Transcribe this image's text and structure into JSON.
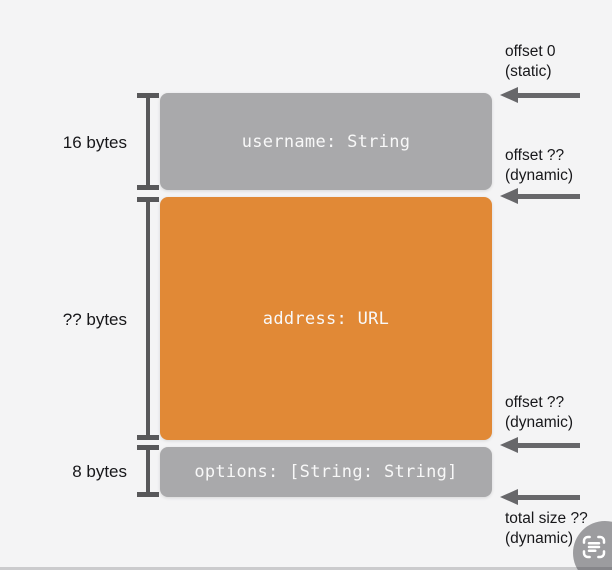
{
  "diagram": {
    "fields": [
      {
        "name": "username",
        "label": "username: String",
        "size": "16 bytes"
      },
      {
        "name": "address",
        "label": "address: URL",
        "size": "?? bytes"
      },
      {
        "name": "options",
        "label": "options: [String: String]",
        "size": "8 bytes"
      }
    ],
    "offsets": [
      {
        "line1": "offset 0",
        "line2": "(static)"
      },
      {
        "line1": "offset ??",
        "line2": "(dynamic)"
      },
      {
        "line1": "offset ??",
        "line2": "(dynamic)"
      },
      {
        "line1": "total size ??",
        "line2": "(dynamic)"
      }
    ],
    "colors": {
      "background": "#f4f4f5",
      "gray_box": "#a9a9ab",
      "orange_box": "#e18936",
      "bracket": "#58585a",
      "arrow": "#67676a",
      "box_text": "#f8f8f8",
      "label_text": "#17171a",
      "icon_circle": "#9c9c9f",
      "icon_glyph": "#ffffff"
    }
  },
  "overlay": {
    "icon": "live-text-icon"
  }
}
